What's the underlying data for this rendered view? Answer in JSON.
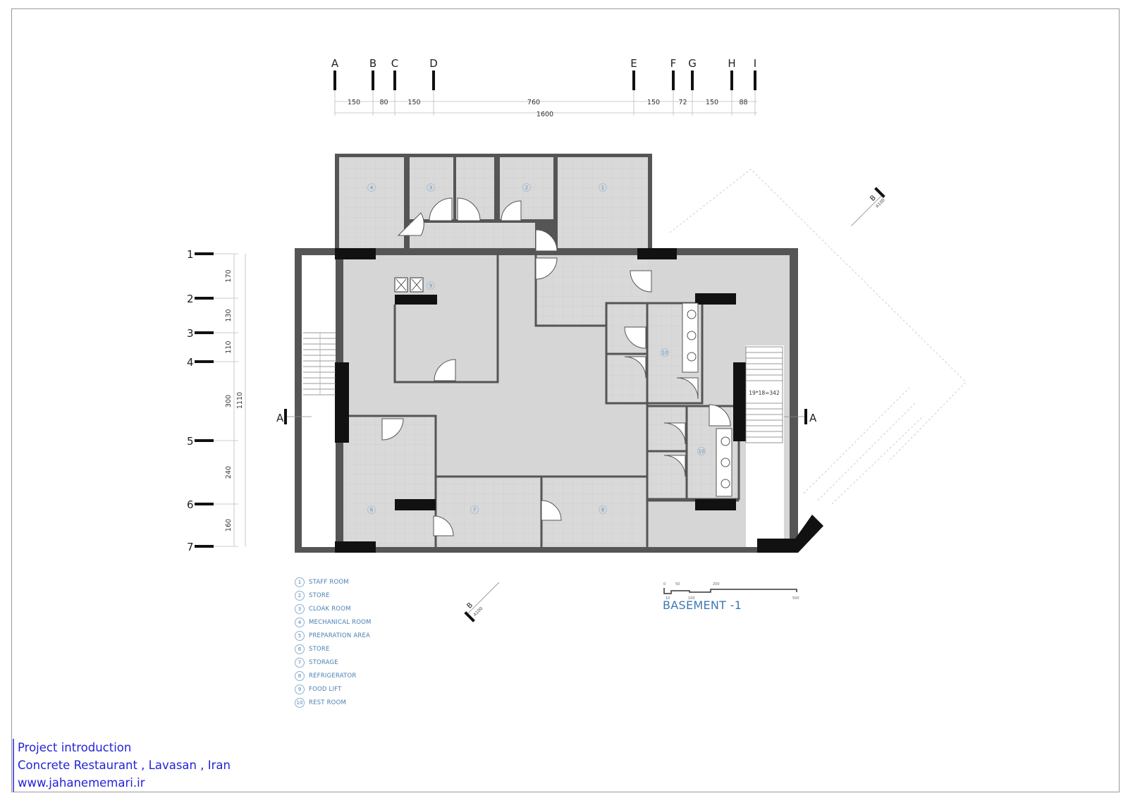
{
  "colors": {
    "wall": "#555555",
    "floor": "#d6d6d6",
    "accent_text": "#3f78b5",
    "footer_text": "#2323d8"
  },
  "grid_columns": {
    "labels": [
      "A",
      "B",
      "C",
      "D",
      "E",
      "F",
      "G",
      "H",
      "I"
    ],
    "dimensions": [
      "150",
      "80",
      "150",
      "760",
      "150",
      "72",
      "150",
      "88"
    ],
    "total": "1600"
  },
  "grid_rows": {
    "labels": [
      "1",
      "2",
      "3",
      "4",
      "5",
      "6",
      "7"
    ],
    "dimensions": [
      "170",
      "130",
      "110",
      "300",
      "240",
      "160"
    ],
    "total": "1110"
  },
  "section_markers": {
    "a_left": "A",
    "a_right": "A",
    "b_top": "B",
    "b_top_sub": "A100",
    "b_bottom": "B",
    "b_bottom_sub": "A100"
  },
  "stair_label": "19*18=342",
  "room_tags": [
    "1",
    "2",
    "3",
    "4",
    "6",
    "7",
    "8",
    "9",
    "10",
    "10"
  ],
  "legend": [
    {
      "num": "1",
      "label": "STAFF ROOM"
    },
    {
      "num": "2",
      "label": "STORE"
    },
    {
      "num": "3",
      "label": "CLOAK ROOM"
    },
    {
      "num": "4",
      "label": "MECHANICAL ROOM"
    },
    {
      "num": "5",
      "label": "PREPARATION AREA"
    },
    {
      "num": "6",
      "label": "STORE"
    },
    {
      "num": "7",
      "label": "STORAGE"
    },
    {
      "num": "8",
      "label": "REFRIGERATOR"
    },
    {
      "num": "9",
      "label": "FOOD LIFT"
    },
    {
      "num": "10",
      "label": "REST ROOM"
    }
  ],
  "scale_bar": {
    "ticks_top": [
      "0",
      "50",
      "200"
    ],
    "ticks_bottom": [
      "10",
      "100",
      "500"
    ]
  },
  "plan_title": "BASEMENT -1",
  "footer": {
    "line1": "Project introduction",
    "line2": "Concrete Restaurant , Lavasan , Iran",
    "line3": "www.jahanememari.ir"
  }
}
